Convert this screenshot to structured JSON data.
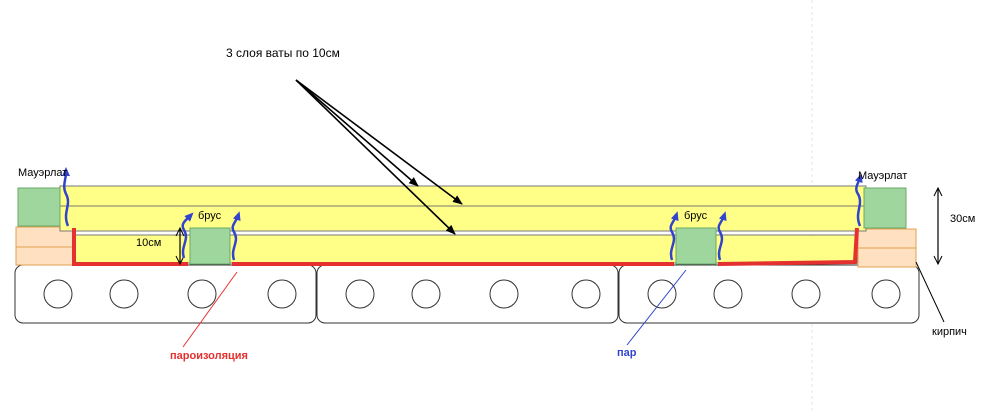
{
  "labels": {
    "wool_layers": "3 слоя ваты по 10см",
    "mauerlat_left": "Мауэрлат",
    "mauerlat_right": "Мауэрлат",
    "beam_left": "брус",
    "beam_right": "брус",
    "thickness_10": "10см",
    "thickness_30": "30см",
    "brick": "кирпич",
    "vapor_barrier": "пароизоляция",
    "vapor": "пар"
  },
  "colors": {
    "insulation": "#ffff88",
    "beam": "#9ed69e",
    "brick": "#ffe0c0",
    "vapor_barrier": "#e53030",
    "vapor": "#3344cc",
    "slab_stroke": "#333333"
  }
}
